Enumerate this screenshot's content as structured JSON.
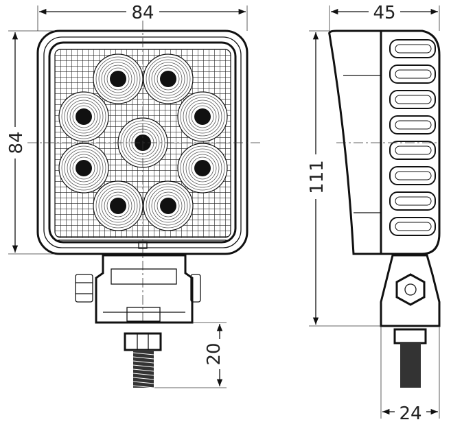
{
  "title": "Square LED work light technical drawing",
  "dimensions": {
    "front_width": "84",
    "front_height": "84",
    "side_depth": "45",
    "side_height": "111",
    "bolt_length": "20",
    "bracket_width": "24"
  },
  "led_count": 9,
  "colors": {
    "line": "#111111",
    "background": "#ffffff"
  }
}
